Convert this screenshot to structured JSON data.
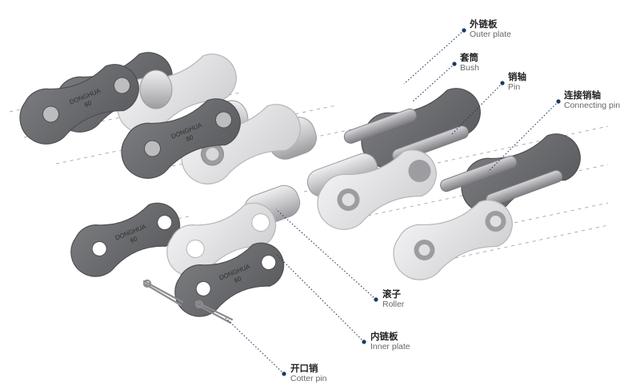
{
  "callouts": {
    "outer_plate": {
      "zh": "外链板",
      "en": "Outer plate"
    },
    "bush": {
      "zh": "套筒",
      "en": "Bush"
    },
    "pin": {
      "zh": "销轴",
      "en": "Pin"
    },
    "connecting_pin": {
      "zh": "连接销轴",
      "en": "Connecting pin"
    },
    "roller": {
      "zh": "滚子",
      "en": "Roller"
    },
    "inner_plate": {
      "zh": "内链板",
      "en": "Inner plate"
    },
    "cotter_pin": {
      "zh": "开口销",
      "en": "Cotter pin"
    }
  },
  "plate_marking": {
    "brand": "DONGHUA",
    "size": "60"
  },
  "colors": {
    "dark_plate": "#6e6f72",
    "dark_plate_edge": "#555659",
    "light_plate": "#dcdcde",
    "light_plate_edge": "#b9b9bc",
    "metal": "#c9c9cc",
    "callout_line": "#1b3b63",
    "callout_dot": "#1b3b63"
  }
}
